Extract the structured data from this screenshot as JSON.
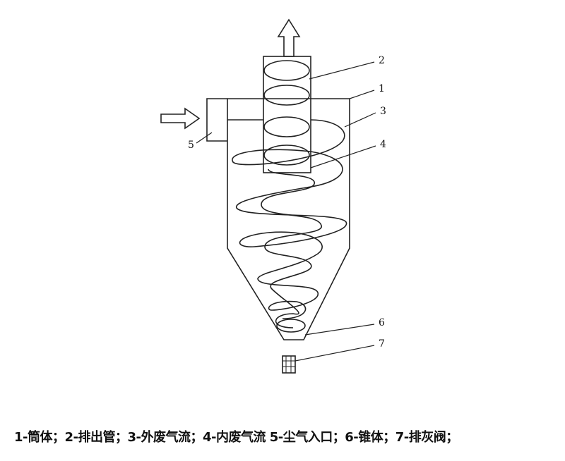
{
  "labels": [
    "1",
    "2",
    "3",
    "4",
    "5",
    "6",
    "7"
  ],
  "caption": "1-筒体；2-排出管；3-外废气流；4-内废气流 5-尘气入口；6-锥体；7-排灰阀；",
  "colors": {
    "line": "#222222",
    "background": "#ffffff"
  }
}
